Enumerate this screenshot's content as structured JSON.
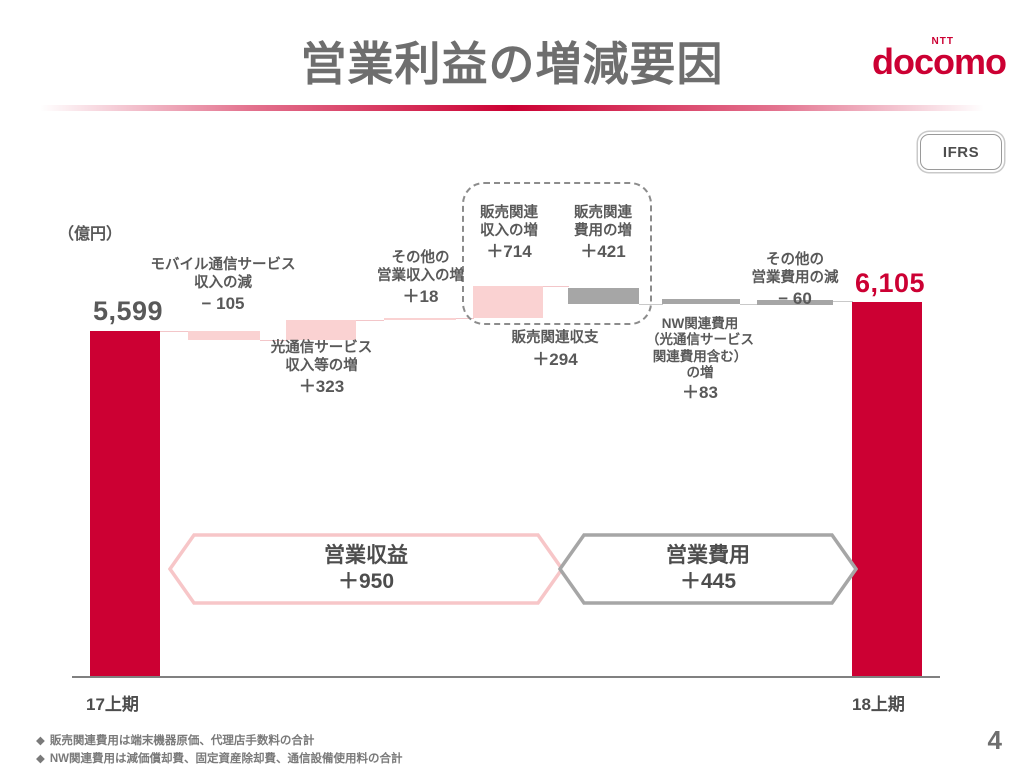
{
  "header": {
    "title": "営業利益の増減要因",
    "logo_ntt": "NTT",
    "logo_name": "docomo",
    "badge": "IFRS"
  },
  "chart_data": {
    "type": "bar",
    "subtype": "waterfall",
    "title": "営業利益の増減要因",
    "unit_label": "（億円）",
    "xlabel": "",
    "ylabel": "",
    "categories": [
      "17上期",
      "モバイル通信サービス収入の減",
      "光通信サービス収入等の増",
      "その他の営業収入の増",
      "販売関連収入の増",
      "販売関連費用の増",
      "NW関連費用（光通信サービス関連費用含む）の増",
      "その他の営業費用の減",
      "18上期"
    ],
    "values": [
      5599,
      -105,
      323,
      18,
      714,
      -421,
      -83,
      60,
      6105
    ],
    "start_total": 5599,
    "end_total": 6105,
    "start_label": "5,599",
    "end_label": "6,105",
    "axis_start": "17上期",
    "axis_end": "18上期",
    "ylim": [
      0,
      7000
    ],
    "grid": false,
    "legend": "none",
    "steps": [
      {
        "name": "モバイル通信サービス\n収入の減",
        "line1": "モバイル通信サービス",
        "line2": "収入の減",
        "value_label": "− 105",
        "value": -105,
        "color": "#fad2d2"
      },
      {
        "name": "光通信サービス\n収入等の増",
        "line1": "光通信サービス",
        "line2": "収入等の増",
        "value_label": "＋323",
        "value": 323,
        "color": "#fad2d2"
      },
      {
        "name": "その他の\n営業収入の増",
        "line1": "その他の",
        "line2": "営業収入の増",
        "value_label": "＋18",
        "value": 18,
        "color": "#fad2d2"
      },
      {
        "name": "販売関連収入の増",
        "line1": "販売関連",
        "line2": "収入の増",
        "value_label": "＋714",
        "value": 714,
        "color": "#fad2d2"
      },
      {
        "name": "販売関連費用の増",
        "line1": "販売関連",
        "line2": "費用の増",
        "value_label": "＋421",
        "value": -421,
        "color": "#a6a6a6"
      },
      {
        "name": "NW関連費用の増",
        "line1": "NW関連費用",
        "line2": "（光通信サービス",
        "line3": "関連費用含む）",
        "line4": "の増",
        "value_label": "＋83",
        "value": -83,
        "color": "#a6a6a6"
      },
      {
        "name": "その他の営業費用の減",
        "line1": "その他の",
        "line2": "営業費用の減",
        "value_label": "− 60",
        "value": 60,
        "color": "#a6a6a6"
      }
    ],
    "group_box": {
      "caption_line1": "販売関連収支",
      "caption_line2": "＋294",
      "net_value": 294
    },
    "summary_banners": [
      {
        "label": "営業収益",
        "value_label": "＋950",
        "value": 950,
        "color": "#f7c6c8"
      },
      {
        "label": "営業費用",
        "value_label": "＋445",
        "value": 445,
        "color": "#a6a6a6"
      }
    ]
  },
  "footnotes": {
    "bullet": "◆",
    "note1": "販売関連費用は端末機器原価、代理店手数料の合計",
    "note2": "NW関連費用は減価償却費、固定資産除却費、通信設備使用料の合計"
  },
  "page_number": "4",
  "colors": {
    "brand": "#cc0033",
    "revenue_bar": "#fad2d2",
    "expense_bar": "#a6a6a6",
    "text": "#595959"
  }
}
